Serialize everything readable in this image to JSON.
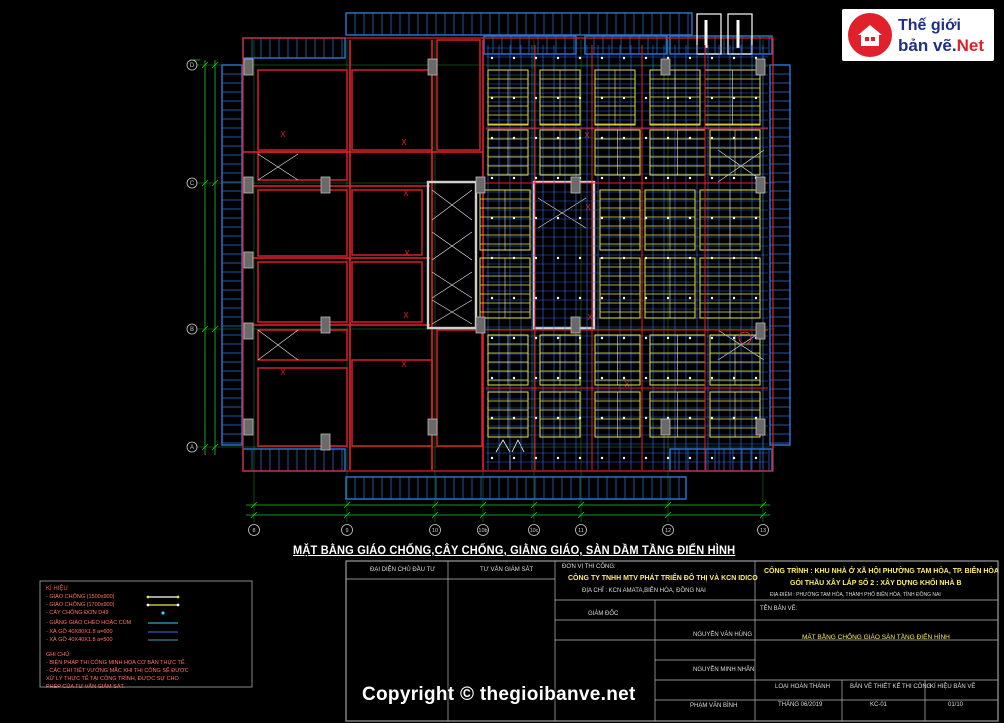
{
  "logo": {
    "line1": "Thế giới",
    "line2a": "bản vẽ.",
    "line2b": "Net"
  },
  "drawing_title": "MẶT BẰNG GIÁO CHỐNG,CÂY CHỐNG, GIẰNG GIÁO, SÀN DẦM TẦNG ĐIỂN HÌNH",
  "grid_rows": [
    "D",
    "C",
    "B",
    "A"
  ],
  "grid_cols": [
    "8",
    "9",
    "10",
    "10b",
    "10c",
    "11",
    "12",
    "13"
  ],
  "title_block": {
    "owner_label": "ĐẠI DIỆN CHỦ ĐẦU TƯ",
    "supervisor_label": "TƯ VẤN GIÁM SÁT",
    "contractor_label": "ĐƠN VỊ THI CÔNG:",
    "contractor_name": "CÔNG TY TNHH MTV PHÁT TRIỂN ĐÔ THỊ VÀ KCN IDICO",
    "contractor_addr": "ĐỊA CHỈ : KCN AMATA,BIÊN HÒA, ĐỒNG NAI",
    "project": "CÔNG TRÌNH : KHU NHÀ Ở XÃ HỘI PHƯỜNG TAM HÒA, TP. BIÊN HÒA",
    "package": "GÓI THẦU XÂY LẮP SỐ 2 : XÂY DỰNG KHỐI NHÀ B",
    "location": "ĐỊA ĐIỂM : PHƯỜNG TAM HÒA, THÀNH PHỐ BIÊN HÒA, TỈNH ĐỒNG NAI",
    "sheet_title_label": "TÊN BẢN VẼ:",
    "sheet_title": "MẶT BẰNG CHỐNG GIÁO SÀN TẦNG ĐIỂN HÌNH",
    "director_label": "GIÁM ĐỐC",
    "row_1": "NGUYỄN VĂN HÙNG",
    "row_2": "NGUYỄN MINH NHÂN",
    "row_3": "PHẠM VĂN BÌNH",
    "bottom_cols": [
      "LOẠI HOÀN THÀNH",
      "BẢN VẼ THIẾT KẾ THI CÔNG",
      "KÍ HIỆU BẢN VẼ"
    ],
    "bottom_vals": [
      "THÁNG 06/2019",
      "KC-01",
      "01/10"
    ]
  },
  "legend": {
    "title": "KÍ HIỆU",
    "items": [
      "- GIÁO CHỐNG (1500x900)",
      "- GIÁO CHỐNG (1700x900)",
      "- CÂY CHỐNG ĐƠN D49",
      "- GIẰNG GIÁO CHÉO HOẶC CÙM",
      "- XÀ GỒ 40X80X1.8 a=600",
      "- XÀ GỒ 40X40X1.8 a=500"
    ]
  },
  "notes": {
    "title": "GHI CHÚ:",
    "lines": [
      "- BIỆN PHÁP THI CÔNG MINH HỌA CƠ BẢN THỰC TẾ.",
      "- CÁC CHI TIẾT VƯỚNG MẮC KHI THI CÔNG SẼ ĐƯỢC",
      "  XỬ LÝ THỰC TẾ TẠI CÔNG TRÌNH, ĐƯỢC SỰ CHO",
      "  PHÉP CỦA TƯ VẤN GIÁM SÁT."
    ]
  },
  "copyright": "Copyright © thegioibanve.net",
  "colors": {
    "beam": "#e8202a",
    "scaffold_a": "#e6e63a",
    "scaffold_b": "#3a6ef0",
    "column": "#b0b0b0",
    "dim": "#22c422",
    "rail": "#2a78d8"
  }
}
